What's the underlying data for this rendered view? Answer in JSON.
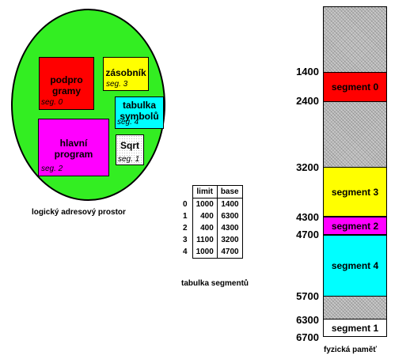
{
  "logical": {
    "caption": "logický adresový prostor",
    "segments": [
      {
        "title": "podpro\ngramy",
        "tag": "seg. 0",
        "color": "#ff0000"
      },
      {
        "title": "zásobník",
        "tag": "seg. 3",
        "color": "#ffff00"
      },
      {
        "title": "tabulka\nsymbolů",
        "tag": "seg. 4",
        "color": "#00ffff"
      },
      {
        "title": "hlavní\nprogram",
        "tag": "seg. 2",
        "color": "#ff00ff"
      },
      {
        "title": "Sqrt",
        "tag": "seg. 1",
        "color": "#ffffff"
      }
    ],
    "background_color": "#33ee22"
  },
  "segment_table": {
    "caption": "tabulka segmentů",
    "headers": [
      "limit",
      "base"
    ],
    "rows": [
      {
        "index": "0",
        "limit": "1000",
        "base": "1400"
      },
      {
        "index": "1",
        "limit": "400",
        "base": "6300"
      },
      {
        "index": "2",
        "limit": "400",
        "base": "4300"
      },
      {
        "index": "3",
        "limit": "1100",
        "base": "3200"
      },
      {
        "index": "4",
        "limit": "1000",
        "base": "4700"
      }
    ]
  },
  "physical": {
    "caption": "fyzická paměť",
    "addresses": [
      "1400",
      "2400",
      "3200",
      "4300",
      "4700",
      "5700",
      "6300",
      "6700"
    ],
    "segments": [
      {
        "label": "segment 0",
        "start": 1400,
        "end": 2400,
        "color": "#ff0000"
      },
      {
        "label": "segment 3",
        "start": 3200,
        "end": 4300,
        "color": "#ffff00"
      },
      {
        "label": "segment 2",
        "start": 4300,
        "end": 4700,
        "color": "#ff00ff"
      },
      {
        "label": "segment 4",
        "start": 4700,
        "end": 5700,
        "color": "#00ffff"
      },
      {
        "label": "segment 1",
        "start": 6300,
        "end": 6700,
        "color": "#ffffff"
      }
    ]
  }
}
